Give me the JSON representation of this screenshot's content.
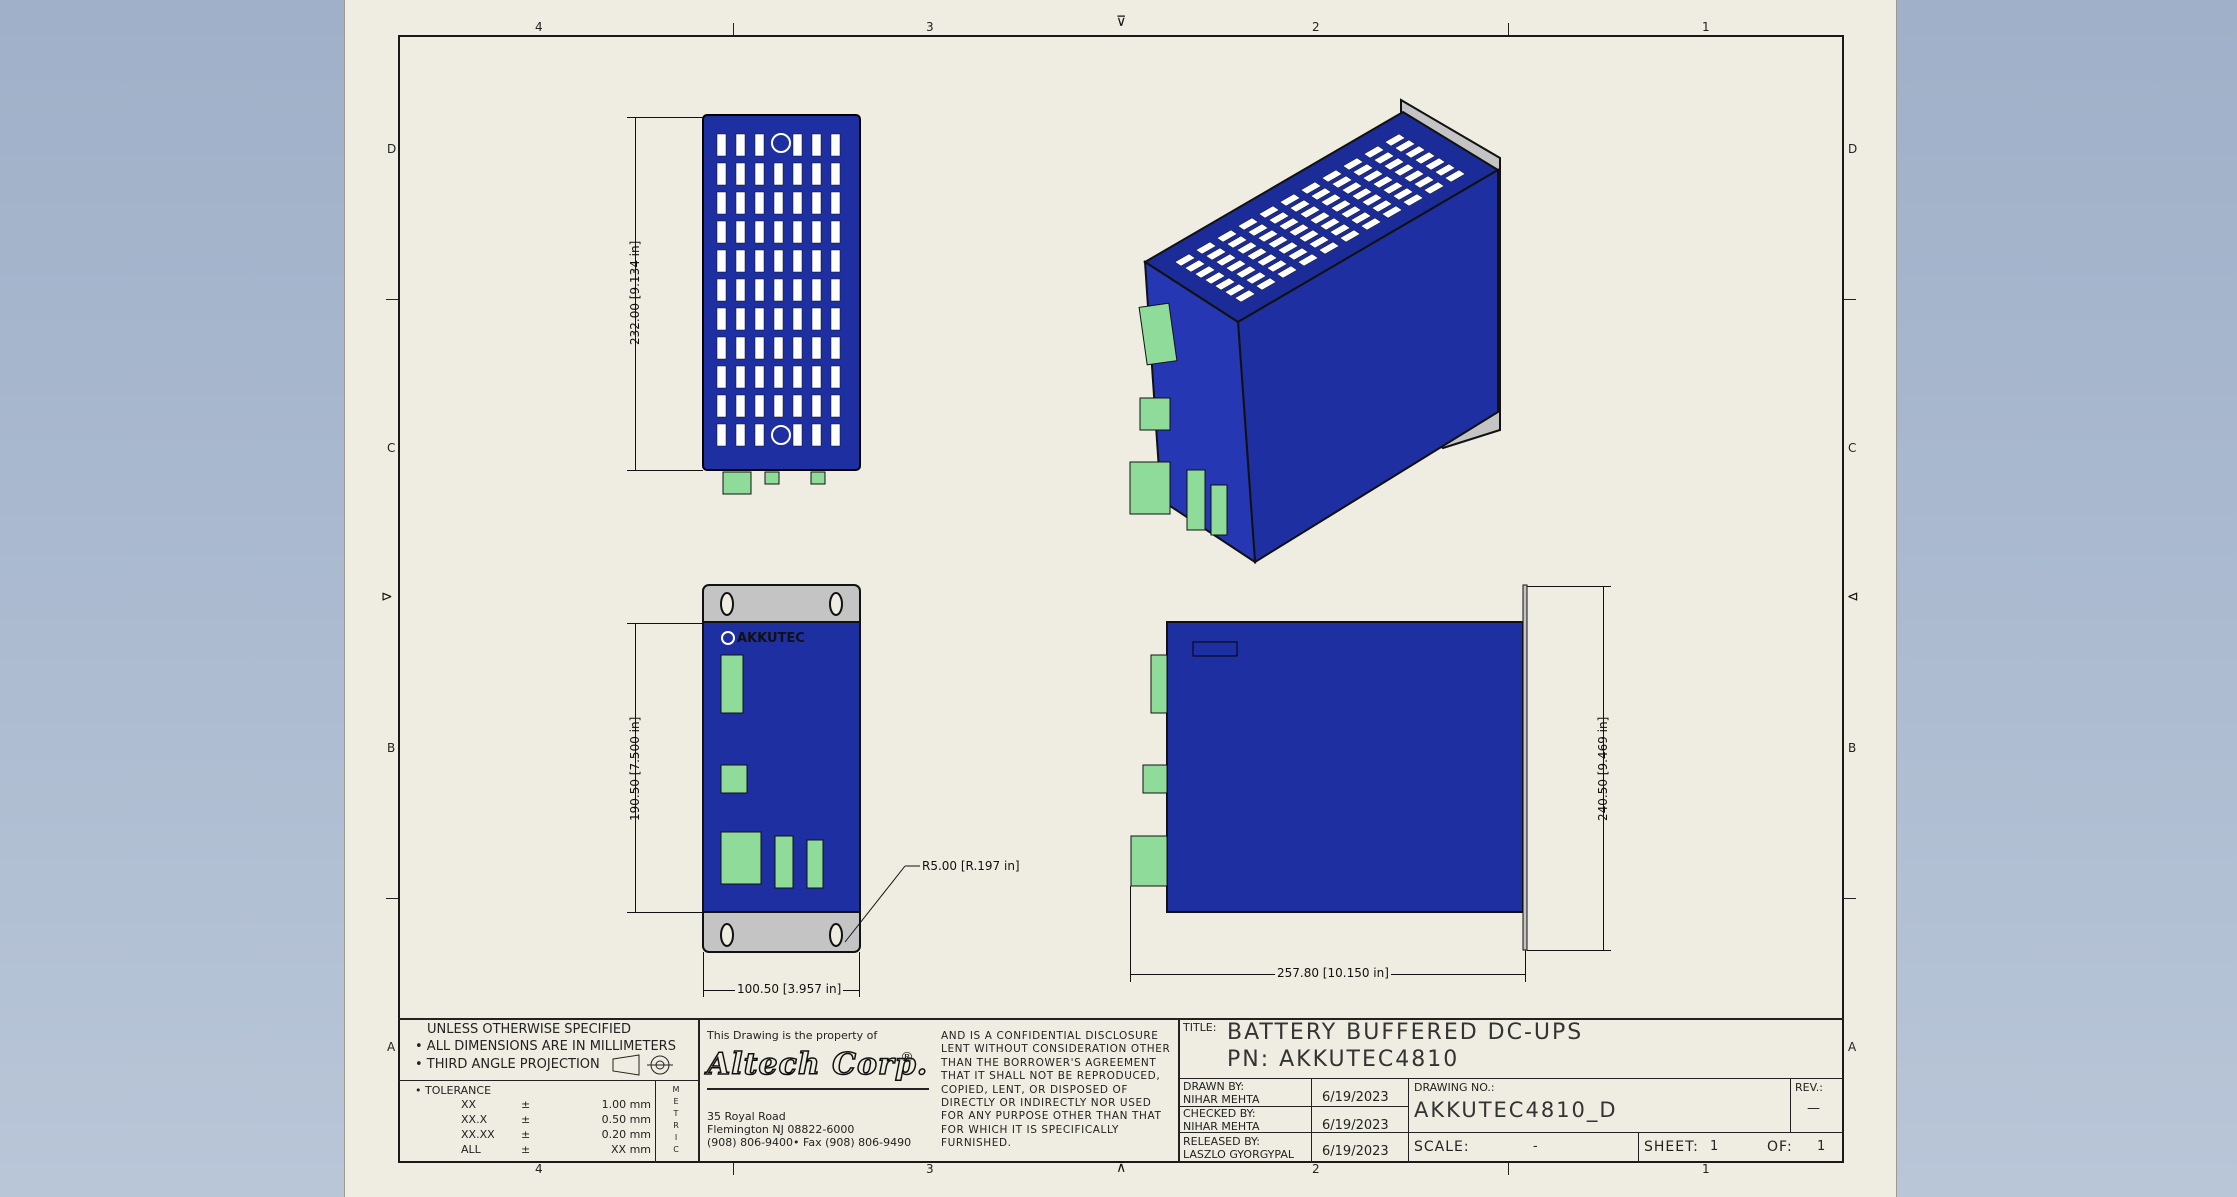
{
  "zones": {
    "columns_top": [
      "4",
      "3",
      "2",
      "1"
    ],
    "rows_left": [
      "D",
      "C",
      "B",
      "A"
    ]
  },
  "dimensions": {
    "top_height": "232.00 [9.134 in]",
    "front_height": "190.50 [7.500 in]",
    "front_width": "100.50 [3.957 in]",
    "radius": "R5.00 [R.197 in]",
    "side_width": "257.80 [10.150 in]",
    "side_height": "240.50 [9.469 in]"
  },
  "title_block": {
    "notes_heading": "UNLESS OTHERWISE SPECIFIED",
    "note_1": "• ALL DIMENSIONS ARE IN MILLIMETERS",
    "note_2": "• THIRD ANGLE PROJECTION",
    "tolerance_heading": "• TOLERANCE",
    "tolerances": [
      {
        "fmt": "XX",
        "sym": "±",
        "val": "1.00 mm"
      },
      {
        "fmt": "XX.X",
        "sym": "±",
        "val": "0.50 mm"
      },
      {
        "fmt": "XX.XX",
        "sym": "±",
        "val": "0.20 mm"
      },
      {
        "fmt": "ALL",
        "sym": "±",
        "val": "XX mm"
      }
    ],
    "metric_letters": [
      "M",
      "E",
      "T",
      "R",
      "I",
      "C"
    ],
    "property_line": "This Drawing is the property of",
    "company": "Altech Corp.",
    "registered": "®",
    "address_1": "35 Royal Road",
    "address_2": "Flemington NJ 08822-6000",
    "address_3": "(908) 806-9400• Fax (908) 806-9490",
    "confidential": [
      "AND IS A CONFIDENTIAL DISCLOSURE",
      "LENT WITHOUT CONSIDERATION OTHER",
      "THAN THE BORROWER'S AGREEMENT",
      "THAT IT SHALL NOT BE REPRODUCED,",
      "COPIED, LENT, OR DISPOSED OF",
      "DIRECTLY OR INDIRECTLY NOR USED",
      "FOR ANY PURPOSE OTHER THAN THAT",
      "FOR WHICH IT IS SPECIFICALLY",
      "FURNISHED."
    ],
    "title_label": "TITLE:",
    "title_line_1": "BATTERY BUFFERED DC-UPS",
    "title_line_2": "PN: AKKUTEC4810",
    "drawn_label": "DRAWN BY:",
    "drawn_name": "NIHAR MEHTA",
    "drawn_date": "6/19/2023",
    "checked_label": "CHECKED BY:",
    "checked_name": "NIHAR MEHTA",
    "checked_date": "6/19/2023",
    "released_label": "RELEASED BY:",
    "released_name": "LASZLO GYORGYPAL",
    "released_date": "6/19/2023",
    "drawing_no_label": "DRAWING NO.:",
    "drawing_no": "AKKUTEC4810_D",
    "rev_label": "REV.:",
    "rev": "—",
    "scale_label": "SCALE:",
    "scale": "-",
    "sheet_label": "SHEET:",
    "sheet": "1",
    "of_label": "OF:",
    "of": "1"
  },
  "device_labels": {
    "brand_mark": "AKKUTEC"
  },
  "colors": {
    "device_blue": "#1e2fa2",
    "connector_green": "#8fdc9a",
    "bracket_gray": "#c2c2c2",
    "paper": "#efede1"
  }
}
